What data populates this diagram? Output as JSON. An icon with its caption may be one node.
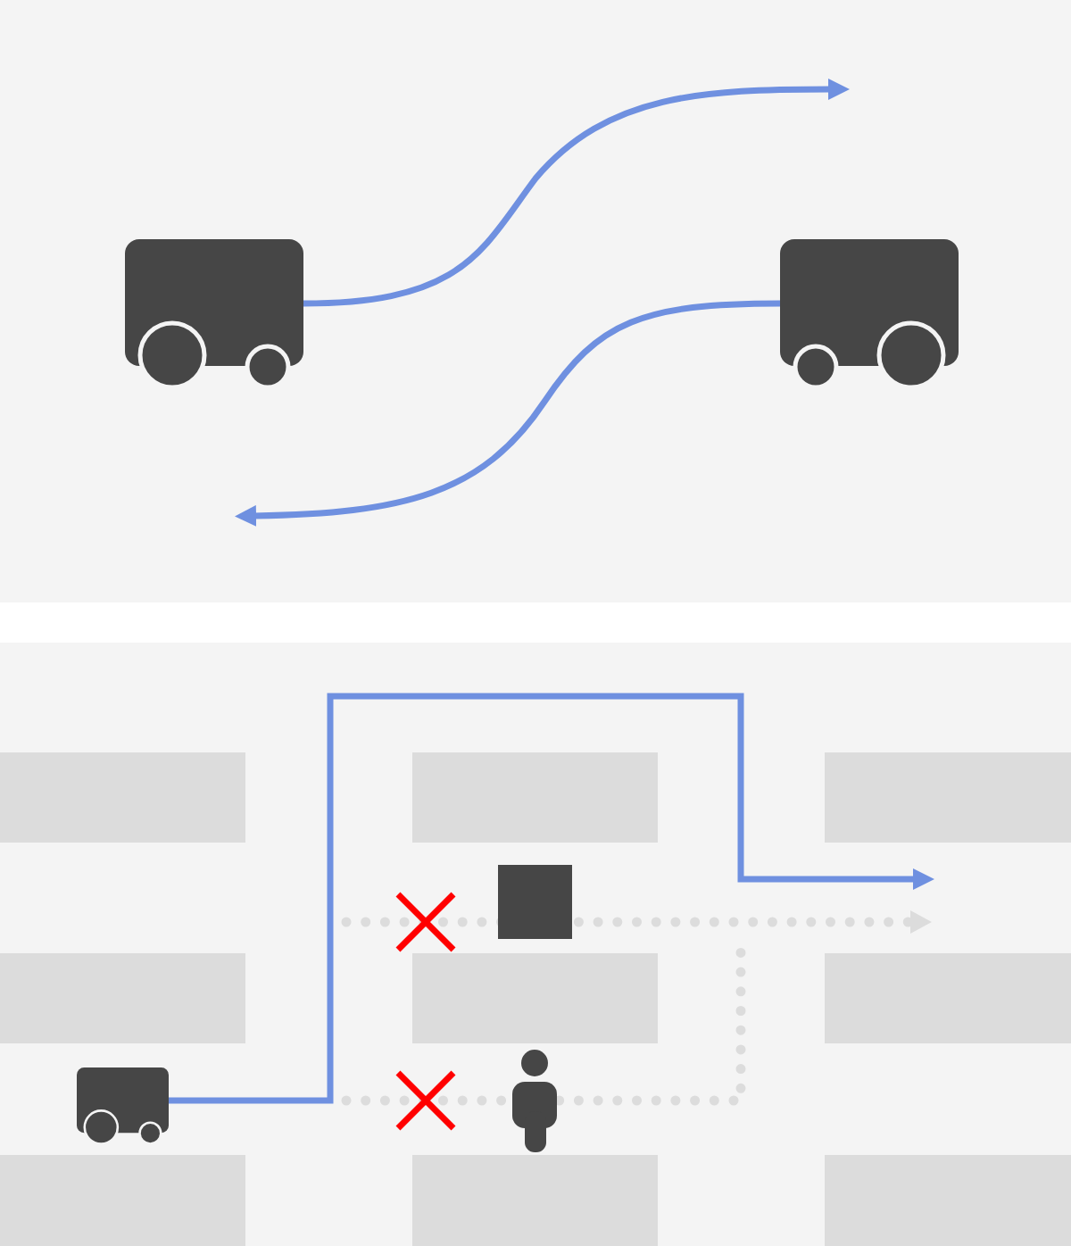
{
  "diagram": {
    "nodes": [
      {
        "text": [],
        "shape": "robot"
      },
      {
        "text": [],
        "shape": "robot"
      },
      {
        "text": [],
        "shape": "robot"
      },
      {
        "text": [],
        "shape": "box"
      }
    ],
    "edges": [
      {
        "from": 0,
        "to": null,
        "arrow": "to"
      },
      {
        "from": 1,
        "to": null,
        "arrow": "to"
      },
      {
        "from": 2,
        "to": null,
        "arrow": "to"
      }
    ]
  }
}
